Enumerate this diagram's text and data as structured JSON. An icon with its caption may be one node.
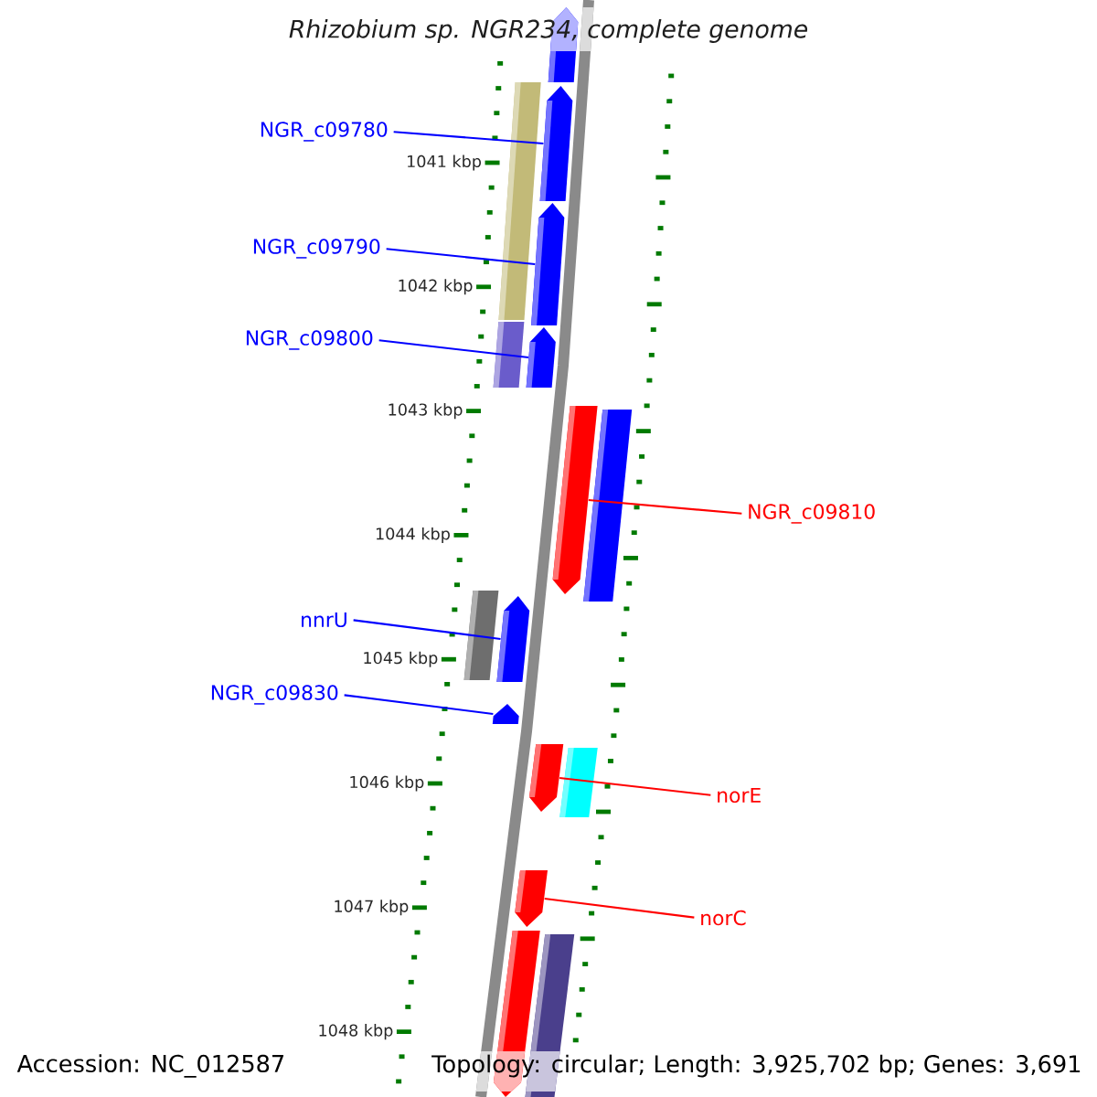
{
  "diagram": {
    "title": "Rhizobium sp. NGR234, complete genome",
    "nodes": [
      {
        "text": [
          "NGR_c09780"
        ]
      },
      {
        "text": [
          "NGR_c09790"
        ]
      },
      {
        "text": [
          "NGR_c09800"
        ]
      },
      {
        "text": [
          "NGR_c09810"
        ]
      },
      {
        "text": [
          "nnrU"
        ]
      },
      {
        "text": [
          "NGR_c09830"
        ]
      },
      {
        "text": [
          "norE"
        ]
      },
      {
        "text": [
          "norC"
        ]
      },
      {
        "text": [],
        "shape": "pentagon"
      },
      {
        "text": [],
        "shape": "bar"
      },
      {
        "text": [],
        "shape": "pentagon"
      },
      {
        "text": [],
        "shape": "pentagon"
      },
      {
        "text": [],
        "shape": "bar"
      },
      {
        "text": [],
        "shape": "pentagon"
      },
      {
        "text": [],
        "shape": "pentagon"
      },
      {
        "text": [],
        "shape": "bar"
      },
      {
        "text": [],
        "shape": "bar"
      },
      {
        "text": [],
        "shape": "pentagon"
      },
      {
        "text": [],
        "shape": "pentagon"
      },
      {
        "text": [],
        "shape": "pentagon"
      },
      {
        "text": [],
        "shape": "bar"
      },
      {
        "text": [],
        "shape": "pentagon"
      },
      {
        "text": [],
        "shape": "pentagon"
      },
      {
        "text": [],
        "shape": "bar"
      }
    ],
    "edges": [
      {
        "from": 0,
        "to": 10,
        "arrow": "none"
      },
      {
        "from": 1,
        "to": 11,
        "arrow": "none"
      },
      {
        "from": 2,
        "to": 13,
        "arrow": "none"
      },
      {
        "from": 3,
        "to": 14,
        "arrow": "none",
        "color": "#ff0000"
      },
      {
        "from": 4,
        "to": 17,
        "arrow": "none"
      },
      {
        "from": 5,
        "to": 18,
        "arrow": "none"
      },
      {
        "from": 6,
        "to": 19,
        "arrow": "none",
        "color": "#ff0000"
      },
      {
        "from": 7,
        "to": 21,
        "arrow": "none",
        "color": "#ff0000"
      }
    ],
    "labels": [
      "1041 kbp",
      "1042 kbp",
      "1043 kbp",
      "1044 kbp",
      "1045 kbp",
      "1046 kbp",
      "1047 kbp",
      "1048 kbp",
      "Accession: NC_012587",
      "Topology: circular; Length: 3,925,702 bp; Genes: 3,691"
    ]
  }
}
